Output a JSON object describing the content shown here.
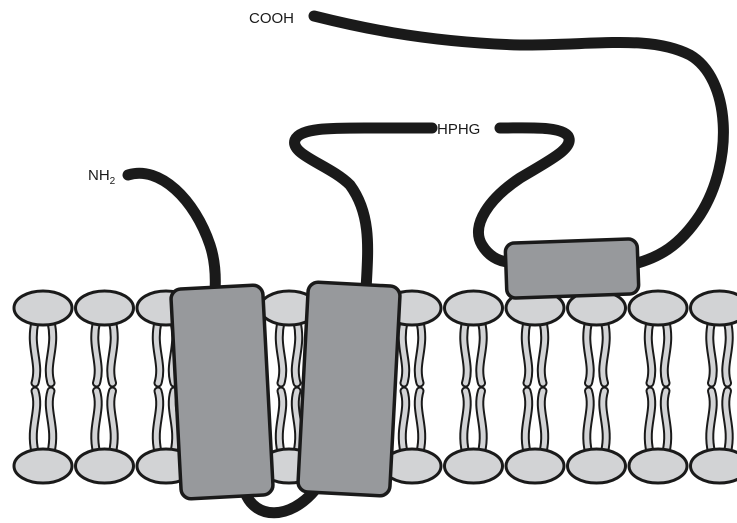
{
  "labels": {
    "nh2_main": "NH",
    "nh2_sub": "2",
    "cooh": "COOH",
    "hphg": "HPHG"
  },
  "colors": {
    "chain": "#1a1a1a",
    "lipid_fill": "#d2d3d5",
    "helix_fill": "#97999c",
    "outline": "#1a1a1a"
  },
  "membrane": {
    "lipid_count": 12,
    "layers": 2
  },
  "domains": {
    "transmembrane_helices": 2,
    "amphipathic_helices": 1
  }
}
